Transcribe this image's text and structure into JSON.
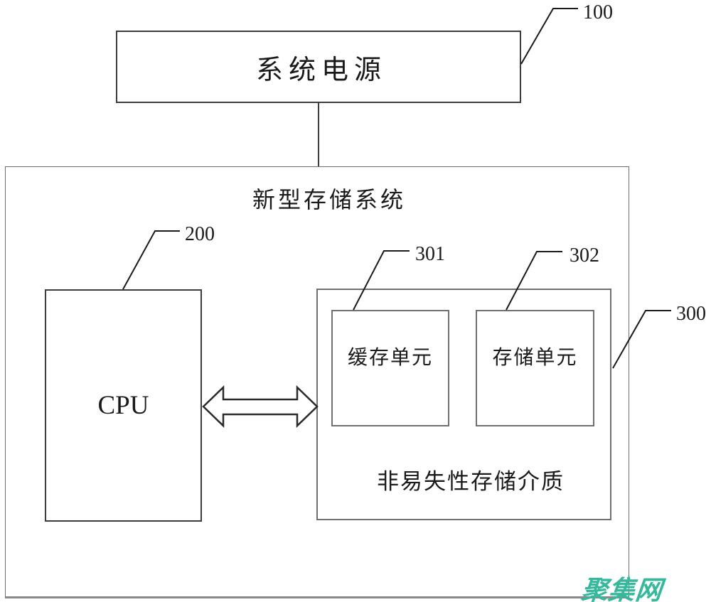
{
  "diagram": {
    "system_title": "新型存储系统",
    "power_box": {
      "label": "系统电源",
      "ref": "100"
    },
    "cpu_box": {
      "label": "CPU",
      "ref": "200"
    },
    "storage_medium_box": {
      "label": "非易失性存储介质",
      "ref": "300"
    },
    "cache_unit_box": {
      "label": "缓存单元",
      "ref": "301"
    },
    "storage_unit_box": {
      "label": "存储单元",
      "ref": "302"
    }
  },
  "watermark": {
    "text": "聚集网",
    "color": "#35b89b"
  },
  "colors": {
    "line": "#3c3c3c",
    "box_border_dark": "#3c3c3c",
    "box_border_gray": "#707070",
    "background": "#ffffff",
    "text": "#1a1a1a"
  }
}
